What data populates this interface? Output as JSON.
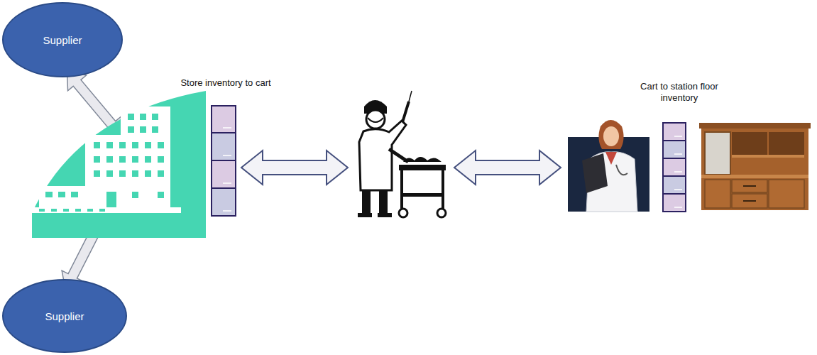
{
  "diagram": {
    "nodes": [
      {
        "text": [
          "Supplier"
        ]
      },
      {
        "text": [
          "Supplier"
        ]
      }
    ],
    "labels": [
      "Store inventory to cart",
      "Cart to station floor inventory"
    ]
  }
}
